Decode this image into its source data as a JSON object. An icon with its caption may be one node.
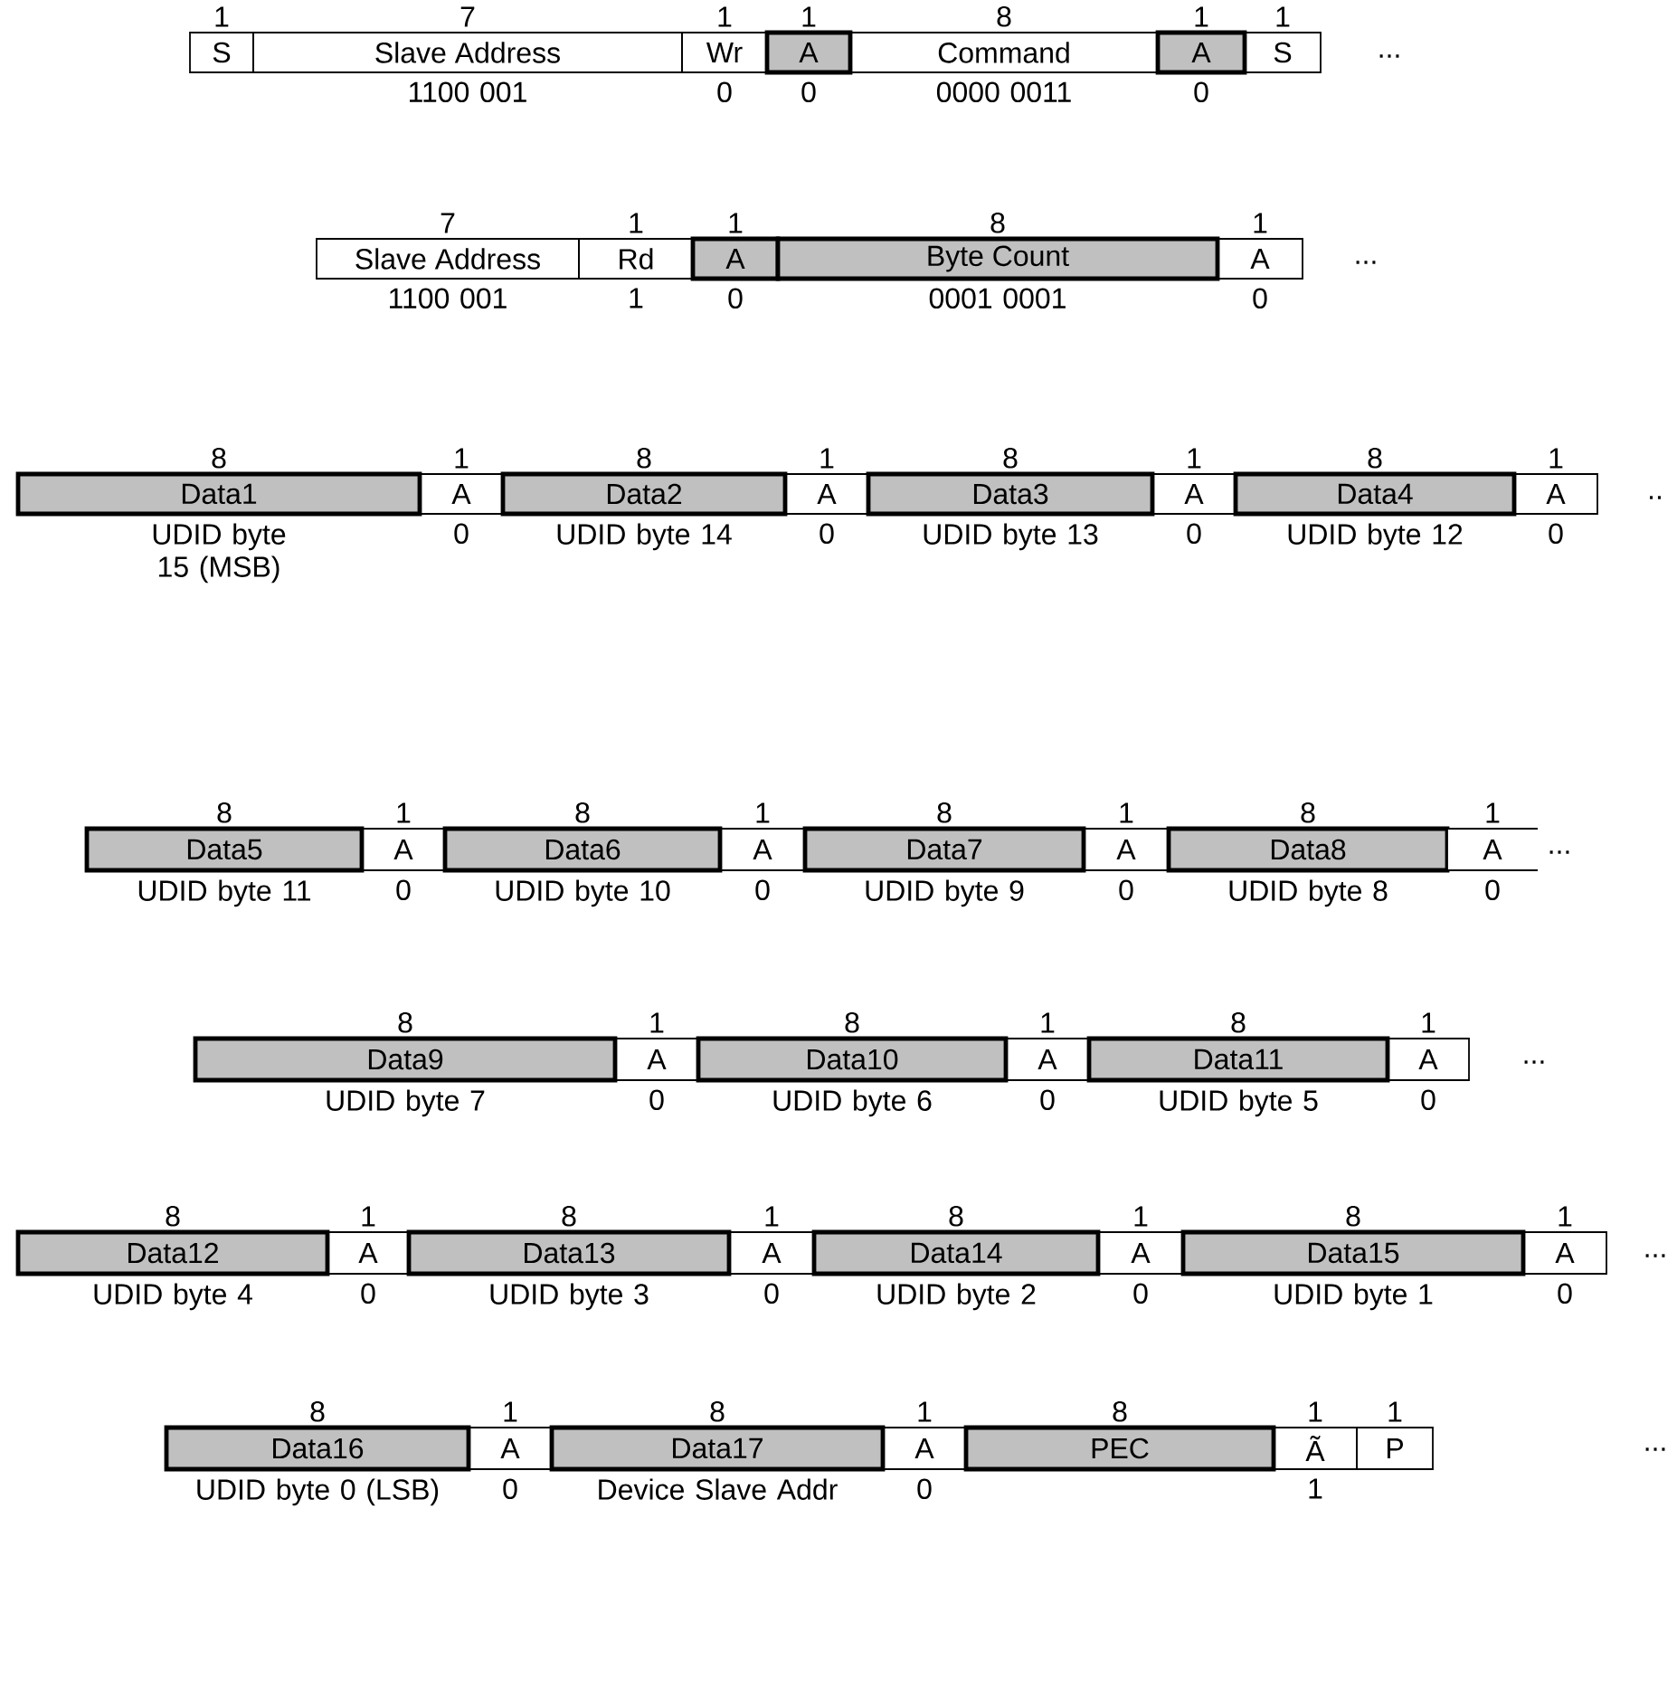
{
  "diagram": {
    "nodes": [
      {
        "text": [
          "S"
        ],
        "beside": [
          "1"
        ]
      },
      {
        "text": [
          "Slave Address"
        ],
        "beside": [
          "7",
          "1100 001"
        ]
      },
      {
        "text": [
          "Wr"
        ],
        "beside": [
          "1",
          "0"
        ]
      },
      {
        "text": [
          "A"
        ],
        "beside": [
          "1",
          "0"
        ]
      },
      {
        "text": [
          "Command"
        ],
        "beside": [
          "8",
          "0000 0011"
        ]
      },
      {
        "text": [
          "A"
        ],
        "beside": [
          "1",
          "0"
        ]
      },
      {
        "text": [
          "S"
        ],
        "beside": [
          "1"
        ]
      },
      {
        "text": [
          "Slave Address"
        ],
        "beside": [
          "7",
          "1100 001"
        ]
      },
      {
        "text": [
          "Rd"
        ],
        "beside": [
          "1",
          "1"
        ]
      },
      {
        "text": [
          "A"
        ],
        "beside": [
          "1",
          "0"
        ]
      },
      {
        "text": [
          "Byte Count"
        ],
        "beside": [
          "8",
          "0001 0001"
        ]
      },
      {
        "text": [
          "A"
        ],
        "beside": [
          "1",
          "0"
        ]
      },
      {
        "text": [
          "Data1"
        ],
        "beside": [
          "8",
          "UDID byte 15 (MSB)"
        ]
      },
      {
        "text": [
          "A"
        ],
        "beside": [
          "1",
          "0"
        ]
      },
      {
        "text": [
          "Data2"
        ],
        "beside": [
          "8",
          "UDID byte 14"
        ]
      },
      {
        "text": [
          "A"
        ],
        "beside": [
          "1",
          "0"
        ]
      },
      {
        "text": [
          "Data3"
        ],
        "beside": [
          "8",
          "UDID byte 13"
        ]
      },
      {
        "text": [
          "A"
        ],
        "beside": [
          "1",
          "0"
        ]
      },
      {
        "text": [
          "Data4"
        ],
        "beside": [
          "8",
          "UDID byte 12"
        ]
      },
      {
        "text": [
          "A"
        ],
        "beside": [
          "1",
          "0"
        ]
      },
      {
        "text": [
          "Data5"
        ],
        "beside": [
          "8",
          "UDID byte 11"
        ]
      },
      {
        "text": [
          "A"
        ],
        "beside": [
          "1",
          "0"
        ]
      },
      {
        "text": [
          "Data6"
        ],
        "beside": [
          "8",
          "UDID byte 10"
        ]
      },
      {
        "text": [
          "A"
        ],
        "beside": [
          "1",
          "0"
        ]
      },
      {
        "text": [
          "Data7"
        ],
        "beside": [
          "8",
          "UDID byte 9"
        ]
      },
      {
        "text": [
          "A"
        ],
        "beside": [
          "1",
          "0"
        ]
      },
      {
        "text": [
          "Data8"
        ],
        "beside": [
          "8",
          "UDID byte 8"
        ]
      },
      {
        "text": [
          "A"
        ],
        "beside": [
          "1",
          "0"
        ]
      },
      {
        "text": [
          "Data9"
        ],
        "beside": [
          "8",
          "UDID byte 7"
        ]
      },
      {
        "text": [
          "A"
        ],
        "beside": [
          "1",
          "0"
        ]
      },
      {
        "text": [
          "Data10"
        ],
        "beside": [
          "8",
          "UDID byte 6"
        ]
      },
      {
        "text": [
          "A"
        ],
        "beside": [
          "1",
          "0"
        ]
      },
      {
        "text": [
          "Data11"
        ],
        "beside": [
          "8",
          "UDID byte 5"
        ]
      },
      {
        "text": [
          "A"
        ],
        "beside": [
          "1",
          "0"
        ]
      },
      {
        "text": [
          "Data12"
        ],
        "beside": [
          "8",
          "UDID byte 4"
        ]
      },
      {
        "text": [
          "A"
        ],
        "beside": [
          "1",
          "0"
        ]
      },
      {
        "text": [
          "Data13"
        ],
        "beside": [
          "8",
          "UDID byte 3"
        ]
      },
      {
        "text": [
          "A"
        ],
        "beside": [
          "1",
          "0"
        ]
      },
      {
        "text": [
          "Data14"
        ],
        "beside": [
          "8",
          "UDID byte 2"
        ]
      },
      {
        "text": [
          "A"
        ],
        "beside": [
          "1",
          "0"
        ]
      },
      {
        "text": [
          "Data15"
        ],
        "beside": [
          "8",
          "UDID byte 1"
        ]
      },
      {
        "text": [
          "A"
        ],
        "beside": [
          "1",
          "0"
        ]
      },
      {
        "text": [
          "Data16"
        ],
        "beside": [
          "8",
          "UDID byte 0 (LSB)"
        ]
      },
      {
        "text": [
          "A"
        ],
        "beside": [
          "1",
          "0"
        ]
      },
      {
        "text": [
          "Data17"
        ],
        "beside": [
          "8",
          "Device Slave Addr"
        ]
      },
      {
        "text": [
          "A"
        ],
        "beside": [
          "1",
          "0"
        ]
      },
      {
        "text": [
          "PEC"
        ],
        "beside": [
          "8"
        ]
      },
      {
        "text": [
          "Ã"
        ],
        "beside": [
          "1",
          "1"
        ]
      },
      {
        "text": [
          "P"
        ],
        "beside": [
          "1"
        ]
      }
    ],
    "labels": [
      "...",
      "...",
      "..",
      "...",
      "...",
      "...",
      "..."
    ]
  }
}
